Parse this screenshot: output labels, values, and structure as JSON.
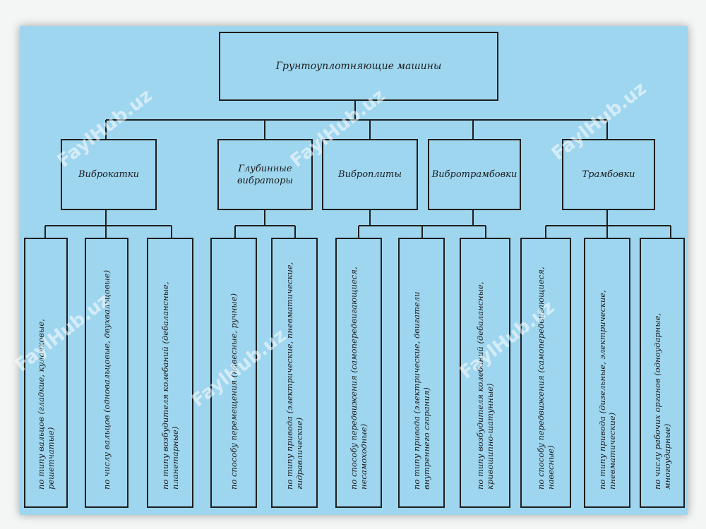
{
  "root": {
    "label": "Грунтоуплотняющие машины"
  },
  "groups": [
    {
      "label": "Виброкатки"
    },
    {
      "label": "Глубинные вибраторы"
    },
    {
      "label": "Виброплиты"
    },
    {
      "label": "Вибротрамбовки"
    },
    {
      "label": "Трамбовки"
    }
  ],
  "leaves": [
    "по типу вальцов (гладкие, кулачковые, решетчатые)",
    "по числу вальцов (одновальцовые, двухвальцовые)",
    "по типу возбудителя колебаний (дебалансные, планетарные)",
    "по способу перемещения (навесные, ручные)",
    "по типу привода (электрические, пневматические, гидравлические)",
    "по способу передвижения (самопередвигающиеся, несамоходные)",
    "по типу привода (электрические, двигатели внутреннего сгорания)",
    "по типу возбудителя колебаний (дебалансные, кривошипно-шатунные)",
    "по способу передвижения (самопередвигающиеся, навесные)",
    "по типу привода (дизельные, электрические, пневматические)",
    "по числу рабочих органов (одноударные, многоударные)"
  ],
  "watermark": "FaylHub.uz"
}
